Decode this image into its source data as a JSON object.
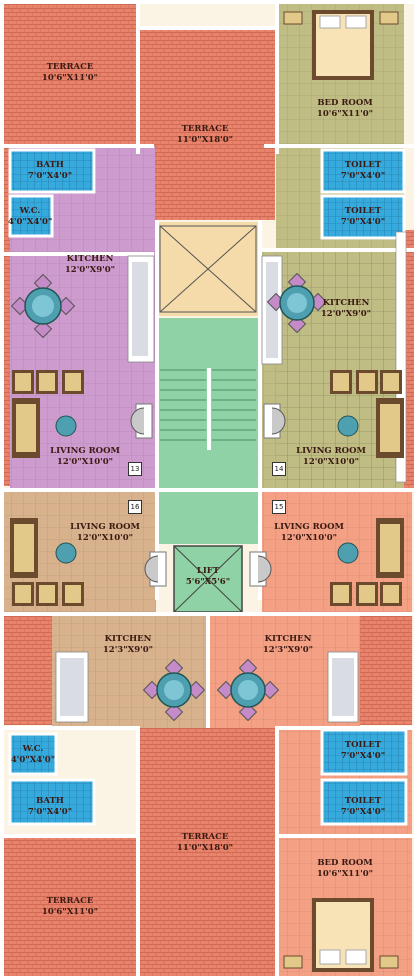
{
  "plan": {
    "units": [
      {
        "id": "13",
        "label": "13"
      },
      {
        "id": "14",
        "label": "14"
      },
      {
        "id": "15",
        "label": "15"
      },
      {
        "id": "16",
        "label": "16"
      }
    ],
    "rooms": {
      "terrace_tl": {
        "name": "TERRACE",
        "size": "10'6\"X11'0\""
      },
      "terrace_top_mid": {
        "name": "TERRACE",
        "size": "11'0\"X18'0\""
      },
      "bedroom_tr": {
        "name": "BED ROOM",
        "size": "10'6\"X11'0\""
      },
      "bath_tl": {
        "name": "BATH",
        "size": "7'0\"X4'0\""
      },
      "wc_tl": {
        "name": "W.C.",
        "size": "4'0\"X4'0\""
      },
      "toilet_tr1": {
        "name": "TOILET",
        "size": "7'0\"X4'0\""
      },
      "toilet_tr2": {
        "name": "TOILET",
        "size": "7'0\"X4'0\""
      },
      "kitchen_13": {
        "name": "KITCHEN",
        "size": "12'0\"X9'0\""
      },
      "kitchen_14": {
        "name": "KITCHEN",
        "size": "12'0\"X9'0\""
      },
      "living_13": {
        "name": "LIVING ROOM",
        "size": "12'0\"X10'0\""
      },
      "living_14": {
        "name": "LIVING ROOM",
        "size": "12'0\"X10'0\""
      },
      "living_16": {
        "name": "LIVING ROOM",
        "size": "12'0\"X10'0\""
      },
      "living_15": {
        "name": "LIVING ROOM",
        "size": "12'0\"X10'0\""
      },
      "lift": {
        "name": "LIFT",
        "size": "5'6\"X5'6\""
      },
      "kitchen_16": {
        "name": "KITCHEN",
        "size": "12'3\"X9'0\""
      },
      "kitchen_15": {
        "name": "KITCHEN",
        "size": "12'3\"X9'0\""
      },
      "wc_bl": {
        "name": "W.C.",
        "size": "4'0\"X4'0\""
      },
      "bath_bl": {
        "name": "BATH",
        "size": "7'0\"X4'0\""
      },
      "toilet_br1": {
        "name": "TOILET",
        "size": "7'0\"X4'0\""
      },
      "toilet_br2": {
        "name": "TOILET",
        "size": "7'0\"X4'0\""
      },
      "terrace_bot_mid": {
        "name": "TERRACE",
        "size": "11'0\"X18'0\""
      },
      "terrace_bl": {
        "name": "TERRACE",
        "size": "10'6\"X11'0\""
      },
      "bedroom_br": {
        "name": "BED ROOM",
        "size": "10'6\"X11'0\""
      }
    },
    "colors": {
      "terrace": "#e8826a",
      "unit13": "#cf9ccf",
      "unit14": "#bdbb82",
      "unit16": "#d7b28e",
      "unit15": "#f29e82",
      "wet": "#35a9dc",
      "stair": "#8ed0a4",
      "lobby": "#f6dcae",
      "wall": "#ffffff"
    }
  }
}
